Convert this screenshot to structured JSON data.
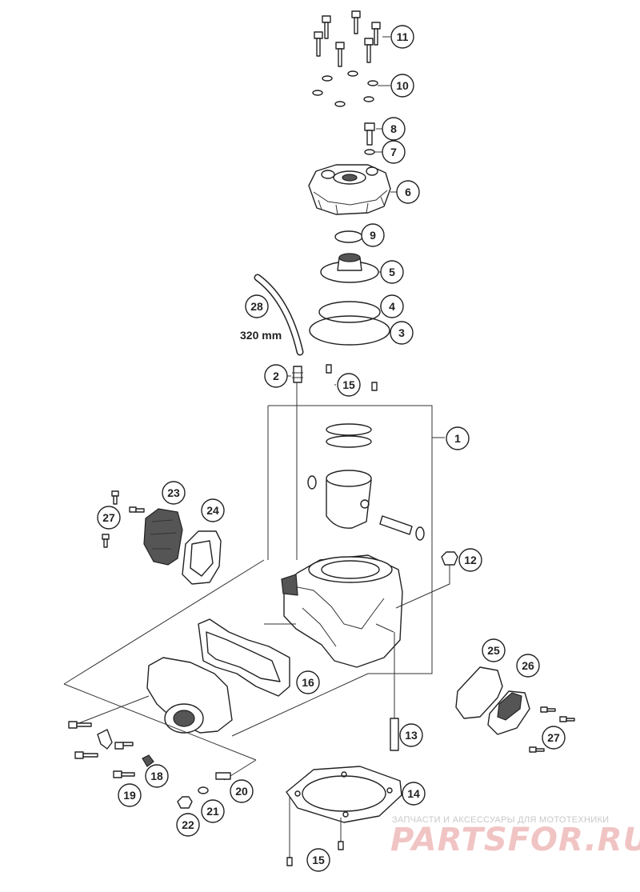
{
  "diagram": {
    "dimension_label": "320 mm",
    "callouts": [
      {
        "id": "11",
        "label": "11"
      },
      {
        "id": "10",
        "label": "10"
      },
      {
        "id": "8",
        "label": "8"
      },
      {
        "id": "7",
        "label": "7"
      },
      {
        "id": "6",
        "label": "6"
      },
      {
        "id": "9",
        "label": "9"
      },
      {
        "id": "5",
        "label": "5"
      },
      {
        "id": "28",
        "label": "28"
      },
      {
        "id": "4",
        "label": "4"
      },
      {
        "id": "3",
        "label": "3"
      },
      {
        "id": "2",
        "label": "2"
      },
      {
        "id": "15a",
        "label": "15"
      },
      {
        "id": "1",
        "label": "1"
      },
      {
        "id": "23",
        "label": "23"
      },
      {
        "id": "27a",
        "label": "27"
      },
      {
        "id": "24",
        "label": "24"
      },
      {
        "id": "12",
        "label": "12"
      },
      {
        "id": "25",
        "label": "25"
      },
      {
        "id": "26",
        "label": "26"
      },
      {
        "id": "16",
        "label": "16"
      },
      {
        "id": "27b",
        "label": "27"
      },
      {
        "id": "13",
        "label": "13"
      },
      {
        "id": "18",
        "label": "18"
      },
      {
        "id": "20",
        "label": "20"
      },
      {
        "id": "19",
        "label": "19"
      },
      {
        "id": "21",
        "label": "21"
      },
      {
        "id": "14",
        "label": "14"
      },
      {
        "id": "22",
        "label": "22"
      },
      {
        "id": "15b",
        "label": "15"
      }
    ]
  },
  "watermark": {
    "caption": "ЗАПЧАСТИ И АКСЕССУАРЫ ДЛЯ МОТОТЕХНИКИ",
    "brand": "PARTSFOR.RU"
  },
  "colors": {
    "ink": "#222222",
    "watermark_caption": "#c9c9c9",
    "watermark_brand": "#f1c4c4"
  }
}
